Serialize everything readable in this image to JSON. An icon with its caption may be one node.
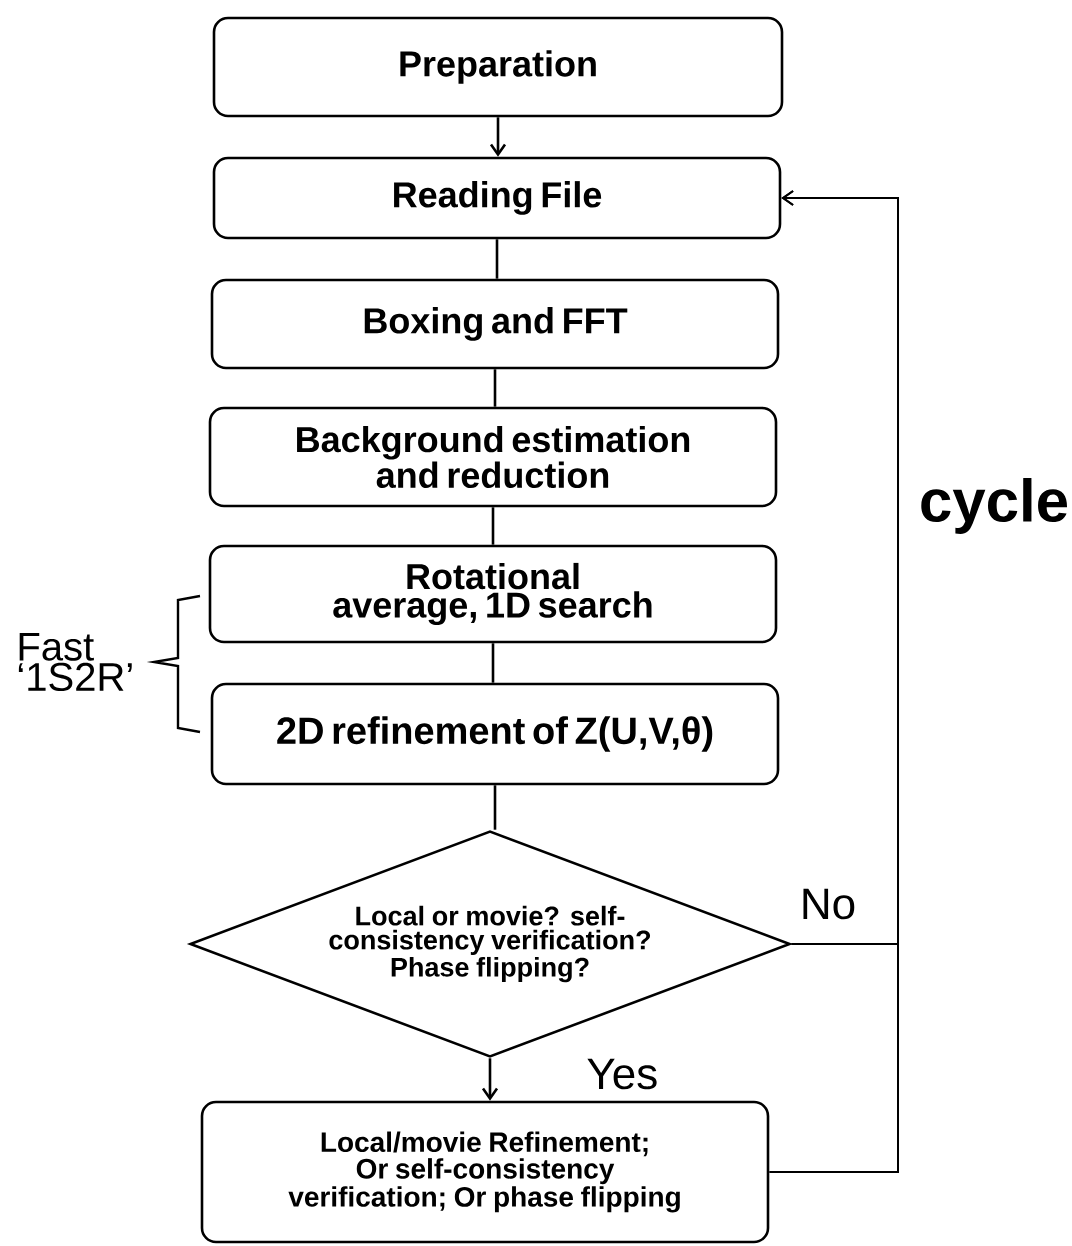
{
  "diagram": {
    "nodes": [
      {
        "text": [
          "Preparation"
        ]
      },
      {
        "text": [
          "Reading File"
        ]
      },
      {
        "text": [
          "Boxing and FFT"
        ]
      },
      {
        "text": [
          "Background estimation and reduction"
        ]
      },
      {
        "text": [
          "Rotational average, 1D search"
        ]
      },
      {
        "text": [
          "2D refinement of Z(U,V,θ)"
        ]
      },
      {
        "text": [
          "Local or movie? self-consistency verification? Phase flipping?"
        ]
      },
      {
        "text": [
          "Local/movie Refinement; Or self-consistency verification; Or phase flipping"
        ]
      }
    ],
    "edges": [
      {
        "from": 0,
        "to": 1,
        "arrow": "to"
      },
      {
        "from": 1,
        "to": 2,
        "arrow": "none"
      },
      {
        "from": 2,
        "to": 3,
        "arrow": "none"
      },
      {
        "from": 3,
        "to": 4,
        "arrow": "none"
      },
      {
        "from": 4,
        "to": 5,
        "arrow": "none"
      },
      {
        "from": 5,
        "to": 6,
        "arrow": "none"
      },
      {
        "from": 6,
        "to": 7,
        "arrow": "to",
        "label": "Yes"
      },
      {
        "from": 6,
        "to": 1,
        "arrow": "to",
        "label": "No"
      },
      {
        "from": 7,
        "to": 1,
        "arrow": "to"
      }
    ],
    "labels": [
      "Fast ‘1S2R’",
      "cycle"
    ]
  }
}
